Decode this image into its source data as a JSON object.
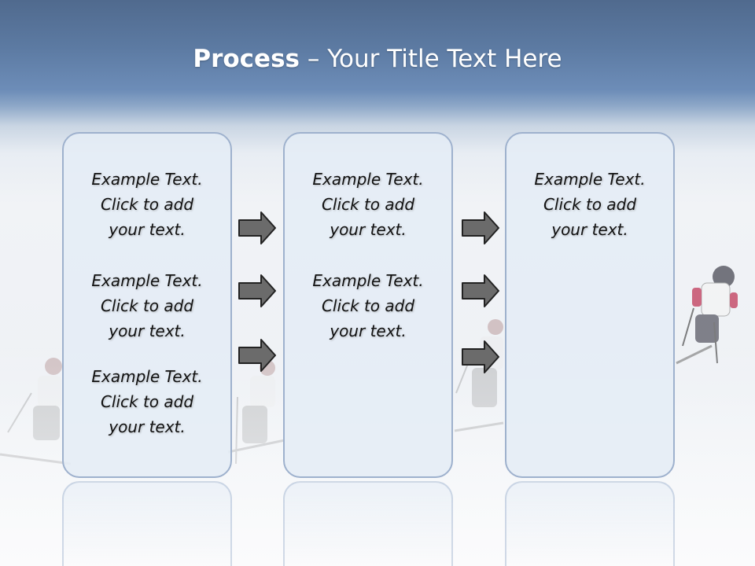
{
  "title": {
    "bold": "Process",
    "rest": " – Your Title Text Here"
  },
  "columns": [
    {
      "items": [
        {
          "line1": "Example Text.",
          "line2": "Click  to add",
          "line3": "your text."
        },
        {
          "line1": "Example Text.",
          "line2": "Click  to add",
          "line3": "your text."
        },
        {
          "line1": "Example Text.",
          "line2": "Click  to add",
          "line3": "your text."
        }
      ]
    },
    {
      "items": [
        {
          "line1": "Example Text.",
          "line2": "Click  to add",
          "line3": "your text."
        },
        {
          "line1": "Example Text.",
          "line2": "Click  to add",
          "line3": "your text."
        }
      ]
    },
    {
      "items": [
        {
          "line1": "Example Text.",
          "line2": "Click  to add",
          "line3": "your text."
        }
      ]
    }
  ],
  "icons": {
    "arrow": "right-arrow-icon",
    "background": "skier-photo"
  },
  "colors": {
    "header": "#5c7aa2",
    "box_border": "#9eb1cd",
    "box_fill": "#e4ecf6",
    "arrow_fill": "#6b6b6b",
    "arrow_stroke": "#222222"
  }
}
